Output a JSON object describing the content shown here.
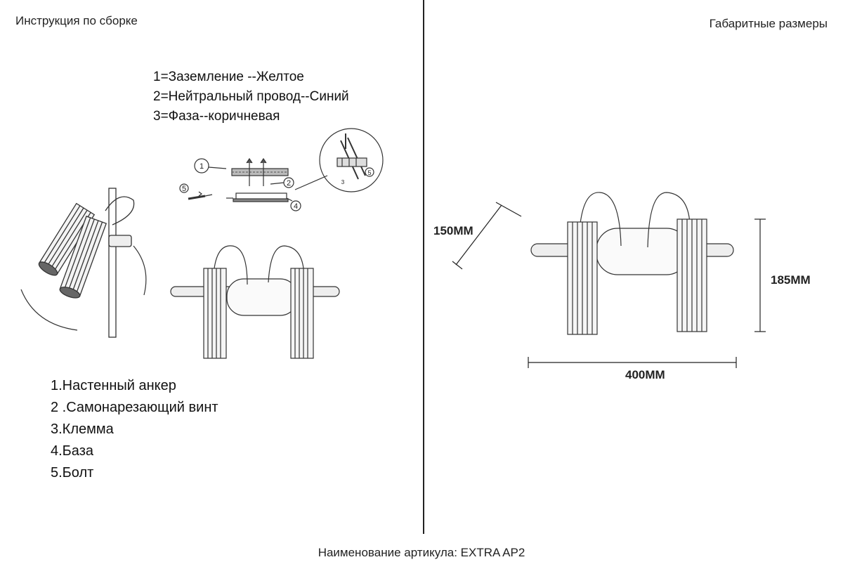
{
  "headers": {
    "left_title": "Инструкция по сборке",
    "right_title": "Габаритные размеры"
  },
  "wiring": [
    "1=Заземление --Желтое",
    "2=Нейтральный провод--Синий",
    "3=Фаза--коричневая"
  ],
  "detail_labels": [
    "1",
    "2",
    "3",
    "4",
    "5"
  ],
  "parts": [
    "1.Настенный анкер",
    "2 .Самонарезающий винт",
    "3.Клемма",
    "4.База",
    "5.Болт"
  ],
  "dimensions": {
    "depth": "150MM",
    "height": "185MM",
    "width": "400MM"
  },
  "footer": {
    "article": "Наименование артикула: EXTRA AP2"
  }
}
